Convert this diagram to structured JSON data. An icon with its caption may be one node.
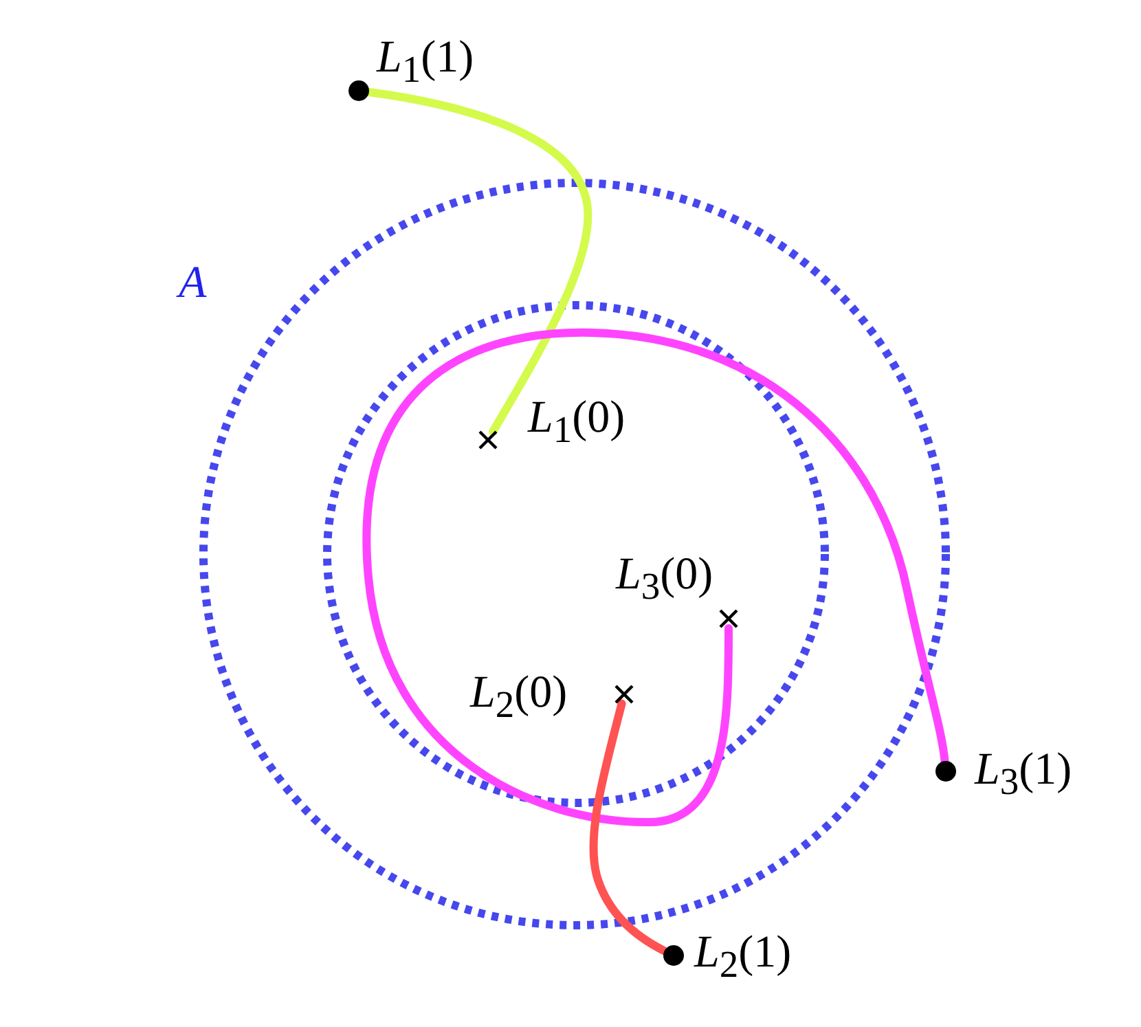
{
  "diagram": {
    "nodes": [
      {
        "text": [],
        "shape": "circle",
        "beside": [
          "*L*$_{1}$(1)"
        ]
      },
      {
        "text": [],
        "shape": "cross",
        "beside": [
          "*L*$_{1}$(0)"
        ]
      },
      {
        "text": [],
        "shape": "cross",
        "beside": [
          "*L*$_{3}$(0)"
        ]
      },
      {
        "text": [],
        "shape": "cross",
        "beside": [
          "*L*$_{2}$(0)"
        ]
      },
      {
        "text": [],
        "shape": "circle",
        "beside": [
          "*L*$_{3}$(1)"
        ]
      },
      {
        "text": [],
        "shape": "circle",
        "beside": [
          "*L*$_{2}$(1)"
        ]
      }
    ],
    "edges": [
      {
        "from": 1,
        "to": 0,
        "arrow": "none",
        "color": "#d4fa4c"
      },
      {
        "from": 2,
        "to": 4,
        "arrow": "none",
        "color": "#ff44ff"
      },
      {
        "from": 3,
        "to": 5,
        "arrow": "none",
        "color": "#ff5252"
      }
    ],
    "labels": [
      "A"
    ]
  }
}
